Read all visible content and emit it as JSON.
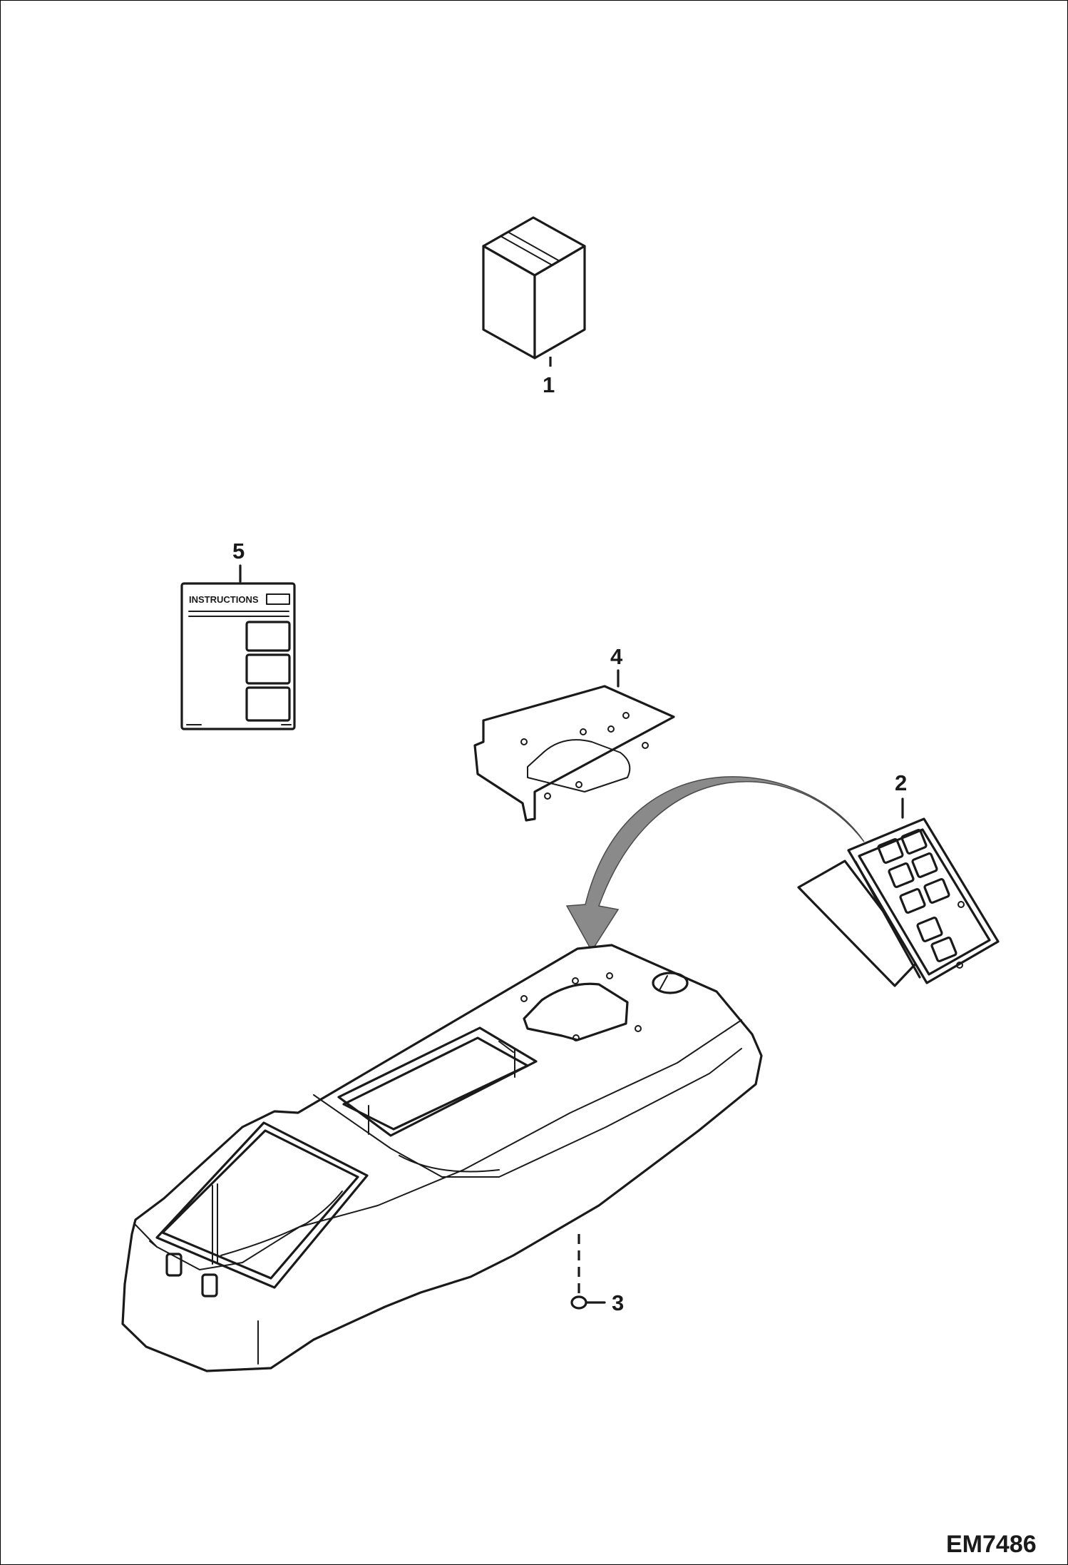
{
  "drawing": {
    "code": "EM7486",
    "instruction_label": "INSTRUCTIONS",
    "callouts": [
      {
        "id": "1",
        "part": "kit-box"
      },
      {
        "id": "2",
        "part": "switch-panel"
      },
      {
        "id": "3",
        "part": "retainer-clip"
      },
      {
        "id": "4",
        "part": "mounting-plate"
      },
      {
        "id": "5",
        "part": "instruction-sheet"
      }
    ]
  }
}
